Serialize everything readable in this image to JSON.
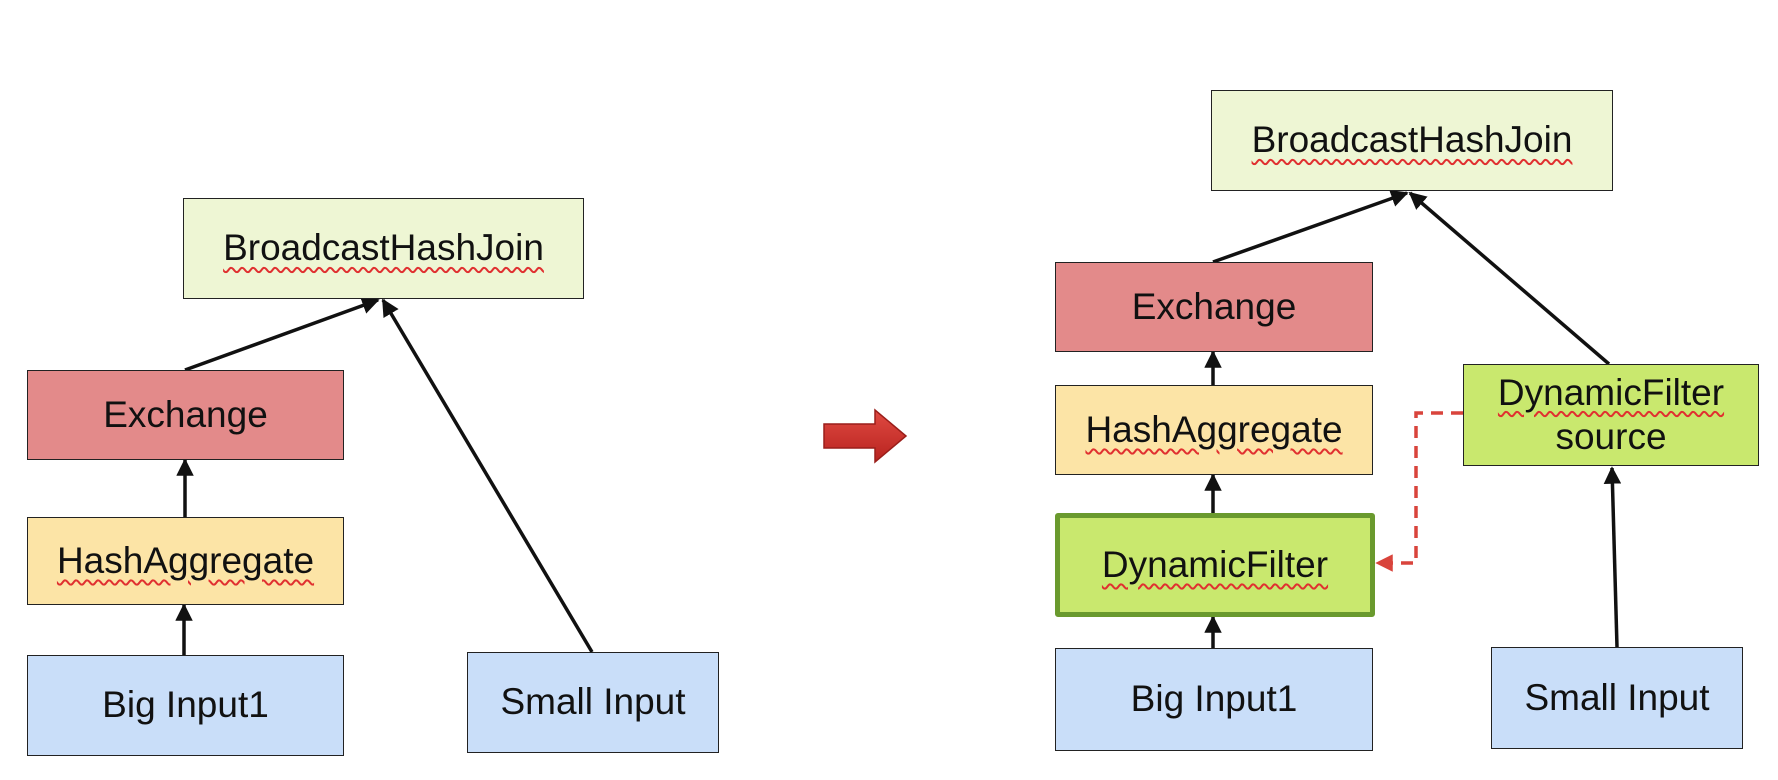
{
  "left": {
    "join_label": "BroadcastHashJoin",
    "exchange_label": "Exchange",
    "hashagg_label": "HashAggregate",
    "big_input_label": "Big Input1",
    "small_input_label": "Small Input"
  },
  "right": {
    "join_label": "BroadcastHashJoin",
    "exchange_label": "Exchange",
    "hashagg_label": "HashAggregate",
    "dynamic_filter_label": "DynamicFilter",
    "dfsource_line1": "DynamicFilter",
    "dfsource_line2": "source",
    "big_input_label": "Big Input1",
    "small_input_label": "Small Input"
  },
  "colors": {
    "join": "#eef6d4",
    "exchange": "#e38a8a",
    "hashagg": "#fce4a6",
    "input": "#c9def9",
    "dynamic_filter": "#c9e86e",
    "dynamic_filter_border": "#6a9a2e",
    "transform_arrow": "#d23a34",
    "filter_link": "#d9443c",
    "edge": "#111111"
  },
  "icons": {
    "transform_arrow": "right-arrow-icon"
  }
}
